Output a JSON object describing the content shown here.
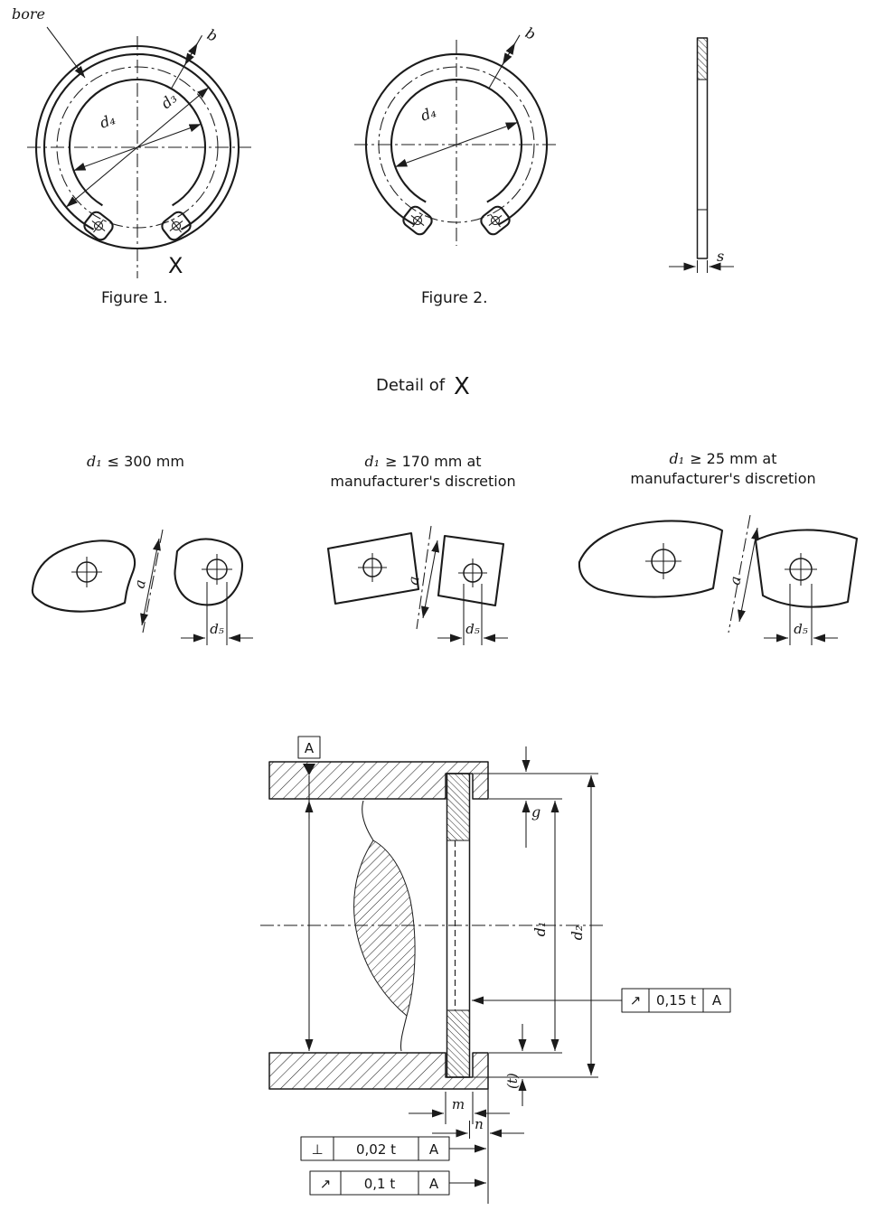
{
  "colors": {
    "ink": "#1b1b1b",
    "paper": "#ffffff"
  },
  "figure1": {
    "bore_label": "bore",
    "dim_b": "b",
    "dim_d4": "d₄",
    "dim_d3": "d₃",
    "detail_marker": "X",
    "caption": "Figure 1."
  },
  "figure2": {
    "dim_b": "b",
    "dim_d4": "d₄",
    "caption": "Figure 2."
  },
  "side_view": {
    "dim_s": "s"
  },
  "detail_section": {
    "title": "Detail of",
    "title_ref": "X",
    "variants": [
      {
        "dim_symbol": "d₁",
        "condition": "≤  300 mm",
        "note": "",
        "dim_a": "a",
        "dim_d5": "d₅"
      },
      {
        "dim_symbol": "d₁",
        "condition": "≥ 170 mm at",
        "note": "manufacturer's discretion",
        "dim_a": "a",
        "dim_d5": "d₅"
      },
      {
        "dim_symbol": "d₁",
        "condition": "≥ 25 mm at",
        "note": "manufacturer's discretion",
        "dim_a": "a",
        "dim_d5": "d₅"
      }
    ]
  },
  "assembly": {
    "datum": "A",
    "dim_g": "g",
    "dim_d1": "d₁",
    "dim_d2": "d₂",
    "dim_t": "(t)",
    "dim_m": "m",
    "dim_n": "n",
    "fcf_right": {
      "symbol": "↗",
      "value": "0,15 t",
      "datum": "A"
    },
    "fcf_perpendicularity": {
      "symbol": "⊥",
      "value": "0,02 t",
      "datum": "A"
    },
    "fcf_runout": {
      "symbol": "↗",
      "value": "0,1 t",
      "datum": "A"
    }
  }
}
